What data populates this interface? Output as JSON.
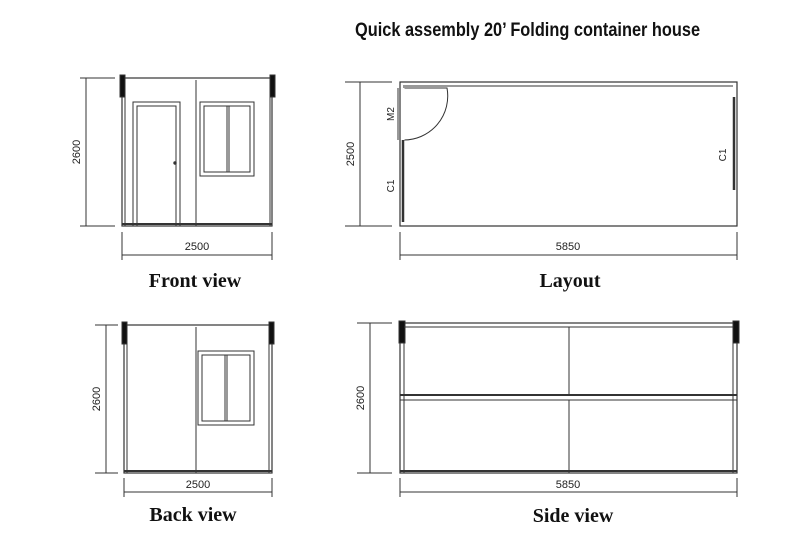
{
  "title": "Quick assembly 20’ Folding container house",
  "views": {
    "front": {
      "caption": "Front view",
      "width_dim": "2500",
      "height_dim": "2600"
    },
    "layout": {
      "caption": "Layout",
      "width_dim": "5850",
      "height_dim": "2500",
      "door_label": "M2",
      "window_label_left": "C1",
      "window_label_right": "C1"
    },
    "back": {
      "caption": "Back view",
      "width_dim": "2500",
      "height_dim": "2600"
    },
    "side": {
      "caption": "Side view",
      "width_dim": "5850",
      "height_dim": "2600"
    }
  }
}
